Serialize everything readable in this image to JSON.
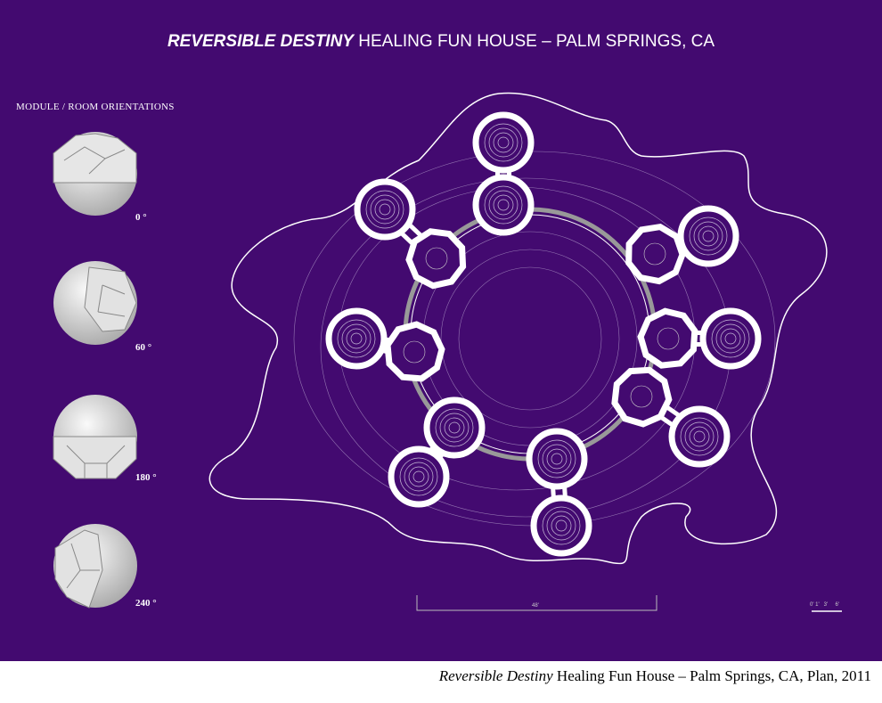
{
  "title": {
    "italic": "REVERSIBLE DESTINY",
    "rest": " HEALING FUN HOUSE – PALM SPRINGS, CA"
  },
  "legend": {
    "title": "MODULE / ROOM  ORIENTATIONS",
    "orientations": [
      "0 °",
      "60 °",
      "180 °",
      "240 °"
    ]
  },
  "scale_bars": {
    "large": "48'",
    "small": "0' 1'   3'     6'"
  },
  "caption": {
    "italic": "Reversible Destiny",
    "rest": " Healing Fun House  – Palm Springs, CA, Plan, 2011"
  },
  "colors": {
    "background": "#430a70",
    "lines": "#ffffff"
  }
}
